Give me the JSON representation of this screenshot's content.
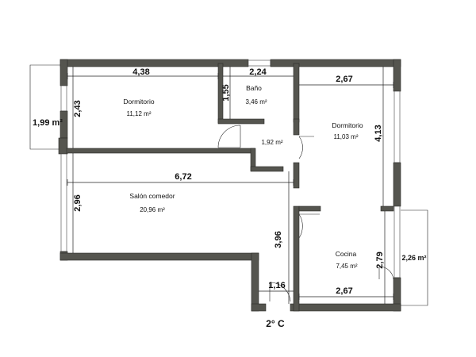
{
  "rooms": {
    "dormitorio_1": {
      "name": "Dormitorio",
      "area": "11,12 m²"
    },
    "bano": {
      "name": "Baño",
      "area": "3,46 m²"
    },
    "pasillo": {
      "area": "1,92 m²"
    },
    "dormitorio_2": {
      "name": "Dormitorio",
      "area": "11,03 m²"
    },
    "salon": {
      "name": "Salón comedor",
      "area": "20,96 m²"
    },
    "cocina": {
      "name": "Cocina",
      "area": "7,45 m²"
    },
    "balcon_izq": {
      "area": "1,99 m²"
    },
    "balcon_der": {
      "area": "2,26 m²"
    }
  },
  "dimensions": {
    "d_438": "4,38",
    "d_224": "2,24",
    "d_267_top": "2,67",
    "d_243": "2,43",
    "d_155": "1,55",
    "d_413": "4,13",
    "d_672": "6,72",
    "d_296": "2,96",
    "d_396": "3,96",
    "d_279": "2,79",
    "d_116": "1,16",
    "d_267_bottom": "2,67"
  },
  "label": "2° C"
}
